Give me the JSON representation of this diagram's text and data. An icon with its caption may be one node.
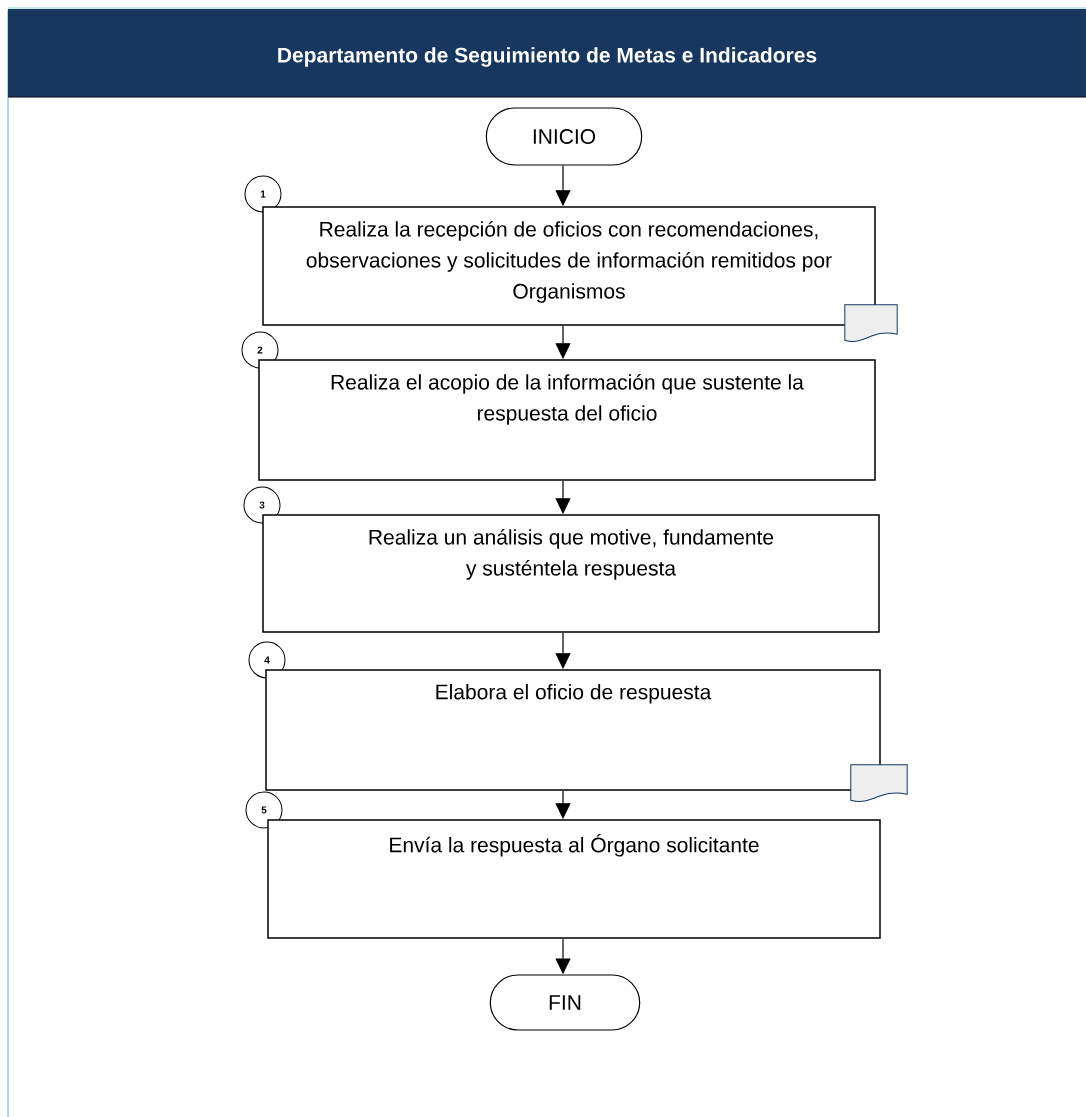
{
  "diagram": {
    "title": "Departamento de Seguimiento de Metas e Indicadores",
    "nodes": [
      {
        "text": [
          "INICIO"
        ]
      },
      {
        "text": [
          "1"
        ]
      },
      {
        "text": [
          "Realiza la recepción de oficios con recomendaciones, observaciones y solicitudes de información remitidos por Organismos"
        ]
      },
      {
        "text": [],
        "shape": "document"
      },
      {
        "text": [
          "2"
        ]
      },
      {
        "text": [
          "Realiza el acopio de la información que sustente la respuesta del oficio"
        ]
      },
      {
        "text": [
          "3"
        ]
      },
      {
        "text": [
          "Realiza un análisis que motive, fundamente y susténtela respuesta"
        ]
      },
      {
        "text": [
          "4"
        ]
      },
      {
        "text": [
          "Elabora el oficio de respuesta"
        ]
      },
      {
        "text": [],
        "shape": "document"
      },
      {
        "text": [
          "5"
        ]
      },
      {
        "text": [
          "Envía la respuesta al Órgano solicitante"
        ]
      },
      {
        "text": [
          "FIN"
        ]
      }
    ],
    "edges": [
      {
        "from": 0,
        "to": 2,
        "arrow": "to"
      },
      {
        "from": 2,
        "to": 5,
        "arrow": "to"
      },
      {
        "from": 5,
        "to": 7,
        "arrow": "to"
      },
      {
        "from": 7,
        "to": 9,
        "arrow": "to"
      },
      {
        "from": 9,
        "to": 12,
        "arrow": "to"
      },
      {
        "from": 12,
        "to": 13,
        "arrow": "to"
      }
    ]
  }
}
